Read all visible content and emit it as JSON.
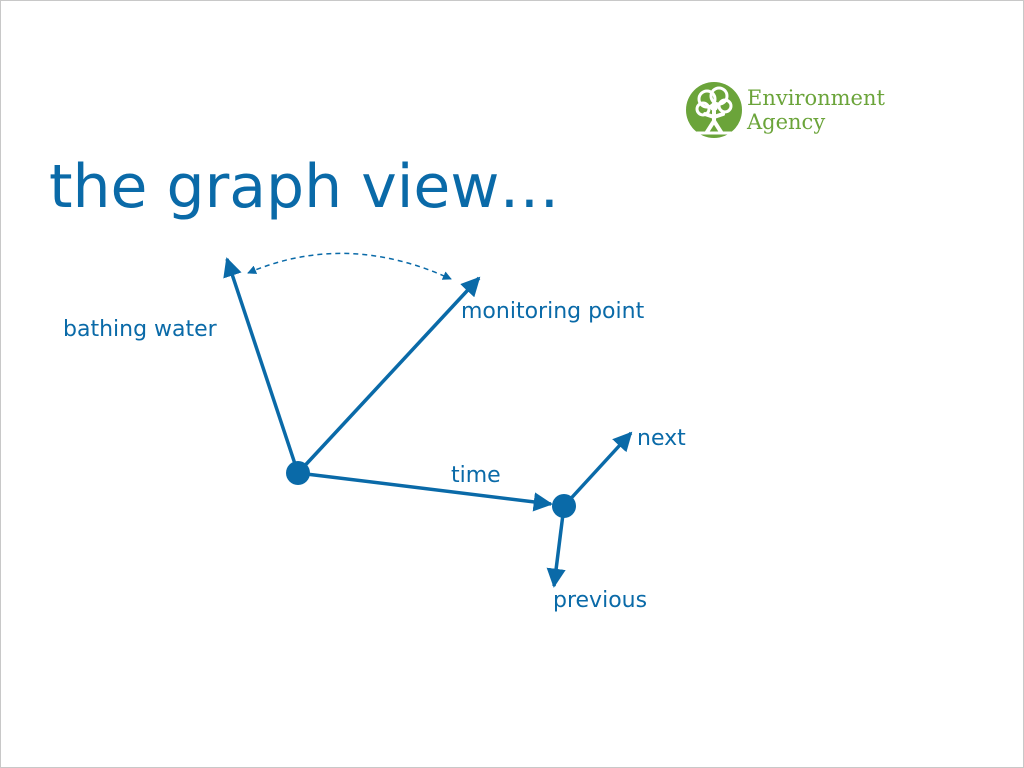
{
  "slide": {
    "title": "the graph view…"
  },
  "logo": {
    "line1": "Environment",
    "line2": "Agency",
    "icon": "tree-figure-icon",
    "color": "#6ba43a"
  },
  "diagram": {
    "color": "#0a6aa8",
    "labels": {
      "bathing_water": "bathing water",
      "monitoring_point": "monitoring point",
      "time": "time",
      "next": "next",
      "previous": "previous"
    }
  }
}
